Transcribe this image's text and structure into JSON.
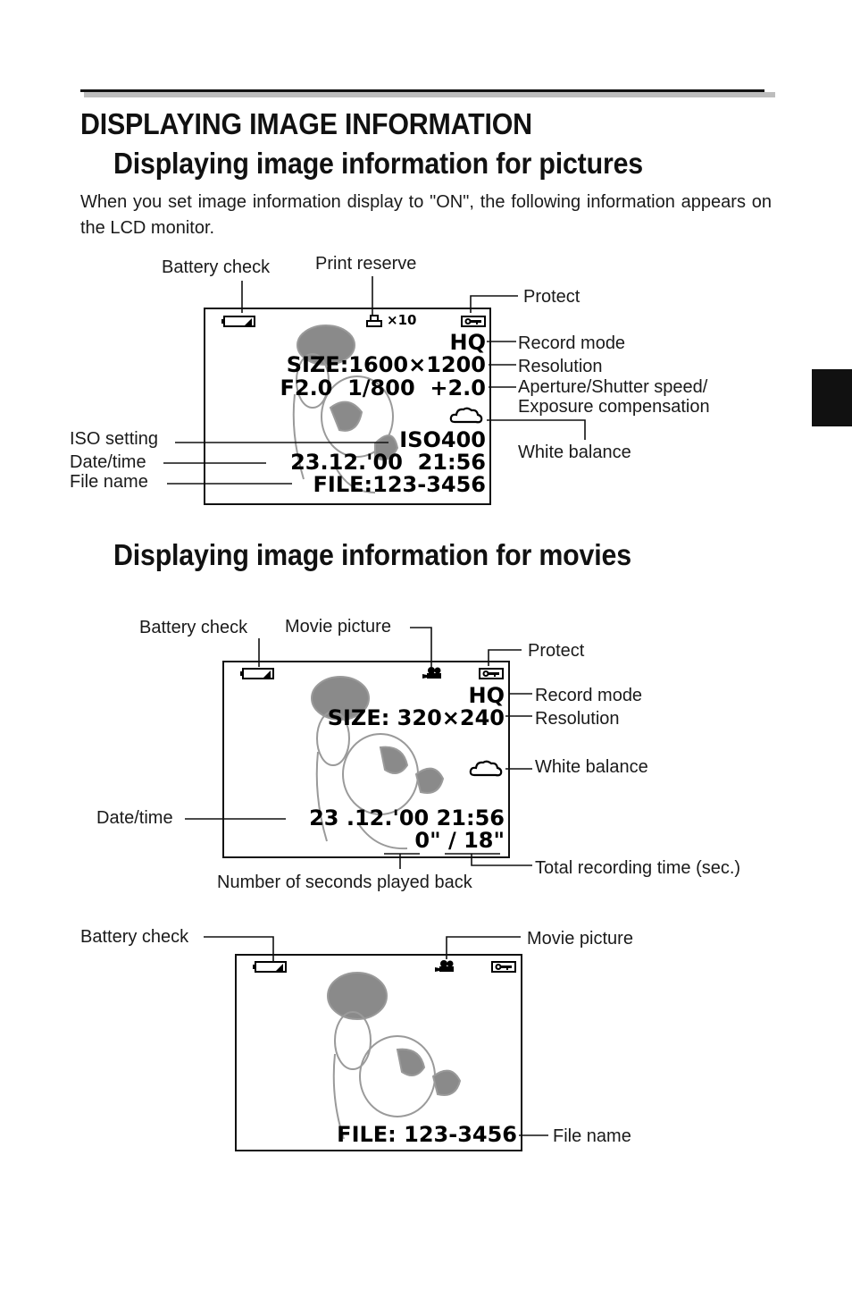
{
  "header": {
    "title": "DISPLAYING IMAGE INFORMATION",
    "subtitle_pictures": "Displaying image information for pictures",
    "intro": "When you set image information display to \"ON\", the following information appears on the LCD monitor.",
    "subtitle_movies": "Displaying image information for movies"
  },
  "pictures": {
    "labels": {
      "battery_check": "Battery check",
      "print_reserve": "Print reserve",
      "protect": "Protect",
      "record_mode": "Record mode",
      "resolution": "Resolution",
      "aperture_line1": "Aperture/Shutter speed/",
      "aperture_line2": "Exposure compensation",
      "white_balance": "White balance",
      "iso_setting": "ISO setting",
      "date_time": "Date/time",
      "file_name": "File name"
    },
    "screen": {
      "print_count": "×10",
      "record_mode": "HQ",
      "size": "SIZE:1600×1200",
      "exposure": "F2.0  1/800  +2.0",
      "iso": "ISO400",
      "datetime": "23.12.'00  21:56",
      "file": "FILE:123-3456"
    }
  },
  "movies": {
    "labels": {
      "battery_check": "Battery check",
      "movie_picture": "Movie picture",
      "protect": "Protect",
      "record_mode": "Record mode",
      "resolution": "Resolution",
      "white_balance": "White balance",
      "date_time": "Date/time",
      "seconds_played": "Number of seconds played back",
      "total_time": "Total recording time (sec.)"
    },
    "screen": {
      "record_mode": "HQ",
      "size": "SIZE: 320×240",
      "datetime": "23 .12.'00 21:56",
      "time": "0\" / 18\""
    }
  },
  "movie_file": {
    "labels": {
      "battery_check": "Battery check",
      "movie_picture": "Movie picture",
      "file_name": "File name"
    },
    "screen": {
      "file": "FILE: 123-3456"
    }
  }
}
